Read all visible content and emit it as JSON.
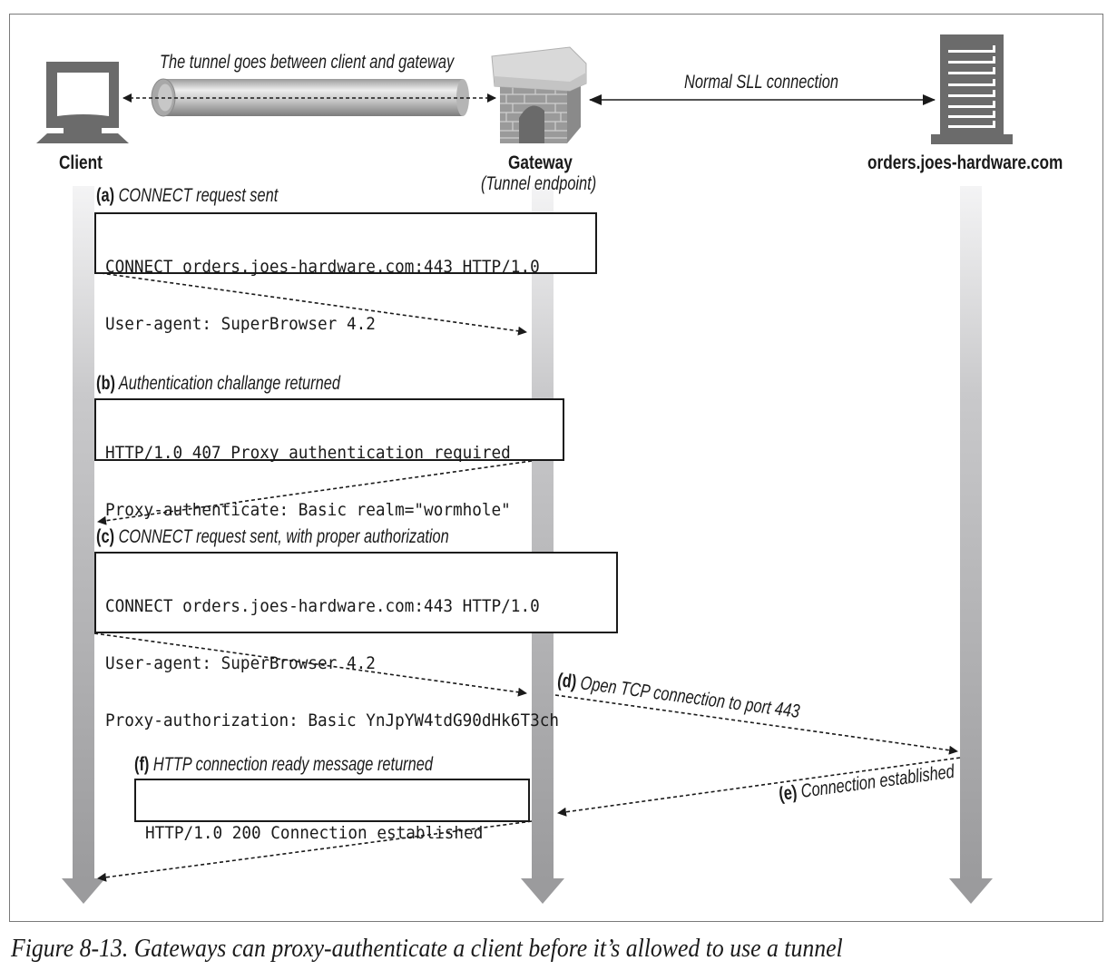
{
  "nodes": {
    "client": {
      "label": "Client",
      "icon": "computer-icon"
    },
    "gateway": {
      "label": "Gateway",
      "sublabel": "(Tunnel endpoint)",
      "icon": "brick-arch-gateway-icon"
    },
    "server": {
      "label": "orders.joes-hardware.com",
      "icon": "server-tower-icon"
    }
  },
  "top_links": {
    "tunnel": "The tunnel goes between client and gateway",
    "ssl": "Normal SLL connection"
  },
  "steps": [
    {
      "letter": "(a)",
      "text": "CONNECT request sent",
      "box": [
        "CONNECT orders.joes-hardware.com:443 HTTP/1.0",
        "User-agent: SuperBrowser 4.2"
      ]
    },
    {
      "letter": "(b)",
      "text": "Authentication challange returned",
      "box": [
        "HTTP/1.0 407 Proxy authentication required",
        "Proxy-authenticate: Basic realm=\"wormhole\""
      ]
    },
    {
      "letter": "(c)",
      "text": "CONNECT request sent, with proper authorization",
      "box": [
        "CONNECT orders.joes-hardware.com:443 HTTP/1.0",
        "User-agent: SuperBrowser 4.2",
        "Proxy-authorization: Basic YnJpYW4tdG90dHk6T3ch"
      ]
    },
    {
      "letter": "(d)",
      "text": "Open TCP connection to port 443"
    },
    {
      "letter": "(e)",
      "text": "Connection established"
    },
    {
      "letter": "(f)",
      "text": "HTTP connection ready message returned",
      "box": [
        "HTTP/1.0 200 Connection established"
      ]
    }
  ],
  "colors": {
    "lifeline": "#9d9d9f",
    "icon": "#6b6b6b",
    "ink": "#1a1a1a"
  },
  "caption": "Figure 8-13. Gateways can proxy-authenticate a client before it’s allowed to use a tunnel"
}
